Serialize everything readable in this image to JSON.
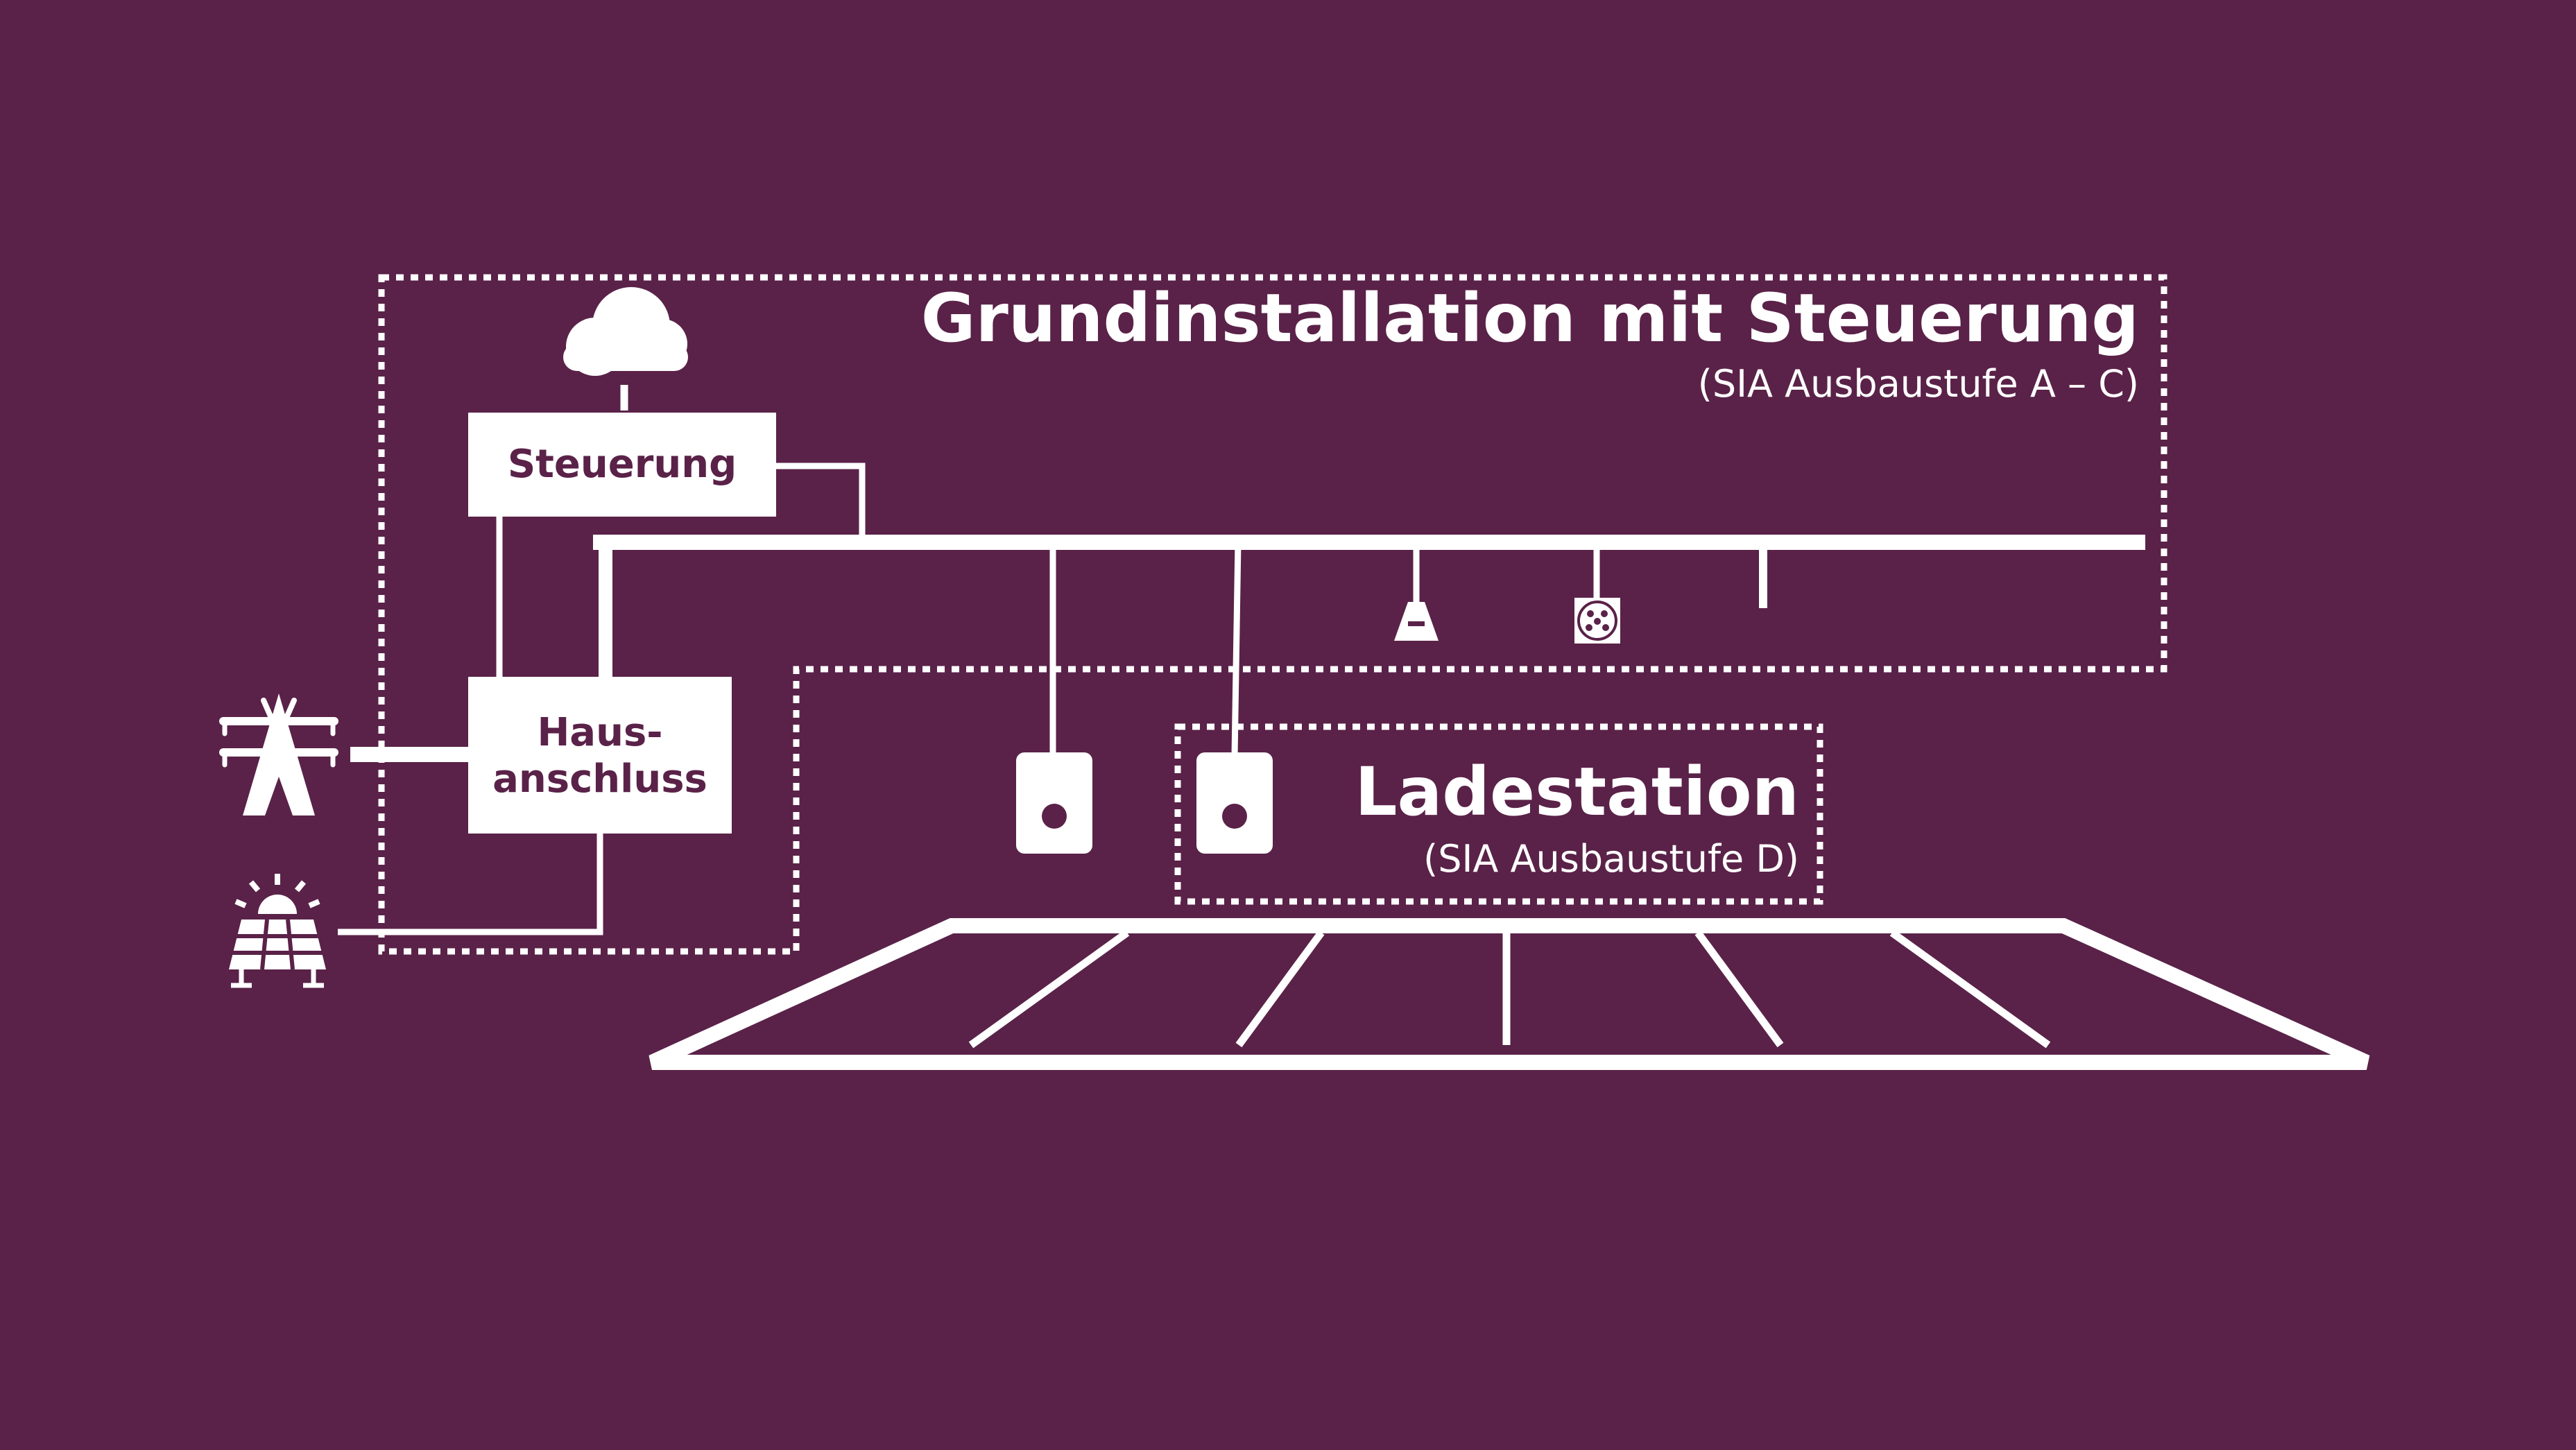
{
  "colors": {
    "background": "#5a2248",
    "foreground": "#ffffff"
  },
  "grundinstallation": {
    "title": "Grundinstallation mit Steuerung",
    "subtitle": "(SIA Ausbaustufe A – C)"
  },
  "ladestation": {
    "title": "Ladestation",
    "subtitle": "(SIA Ausbaustufe D)"
  },
  "boxes": {
    "steuerung": "Steuerung",
    "hausanschluss_line1": "Haus-",
    "hausanschluss_line2": "anschluss"
  },
  "icons": {
    "cloud": "cloud-icon",
    "power_pylon": "power-pylon-icon",
    "solar_panel": "solar-panel-icon",
    "charger_plug": "charger-plug-icon",
    "type2_socket": "type2-socket-icon",
    "wallbox": "wallbox-icon",
    "parking_lot": "parking-lot-icon"
  }
}
